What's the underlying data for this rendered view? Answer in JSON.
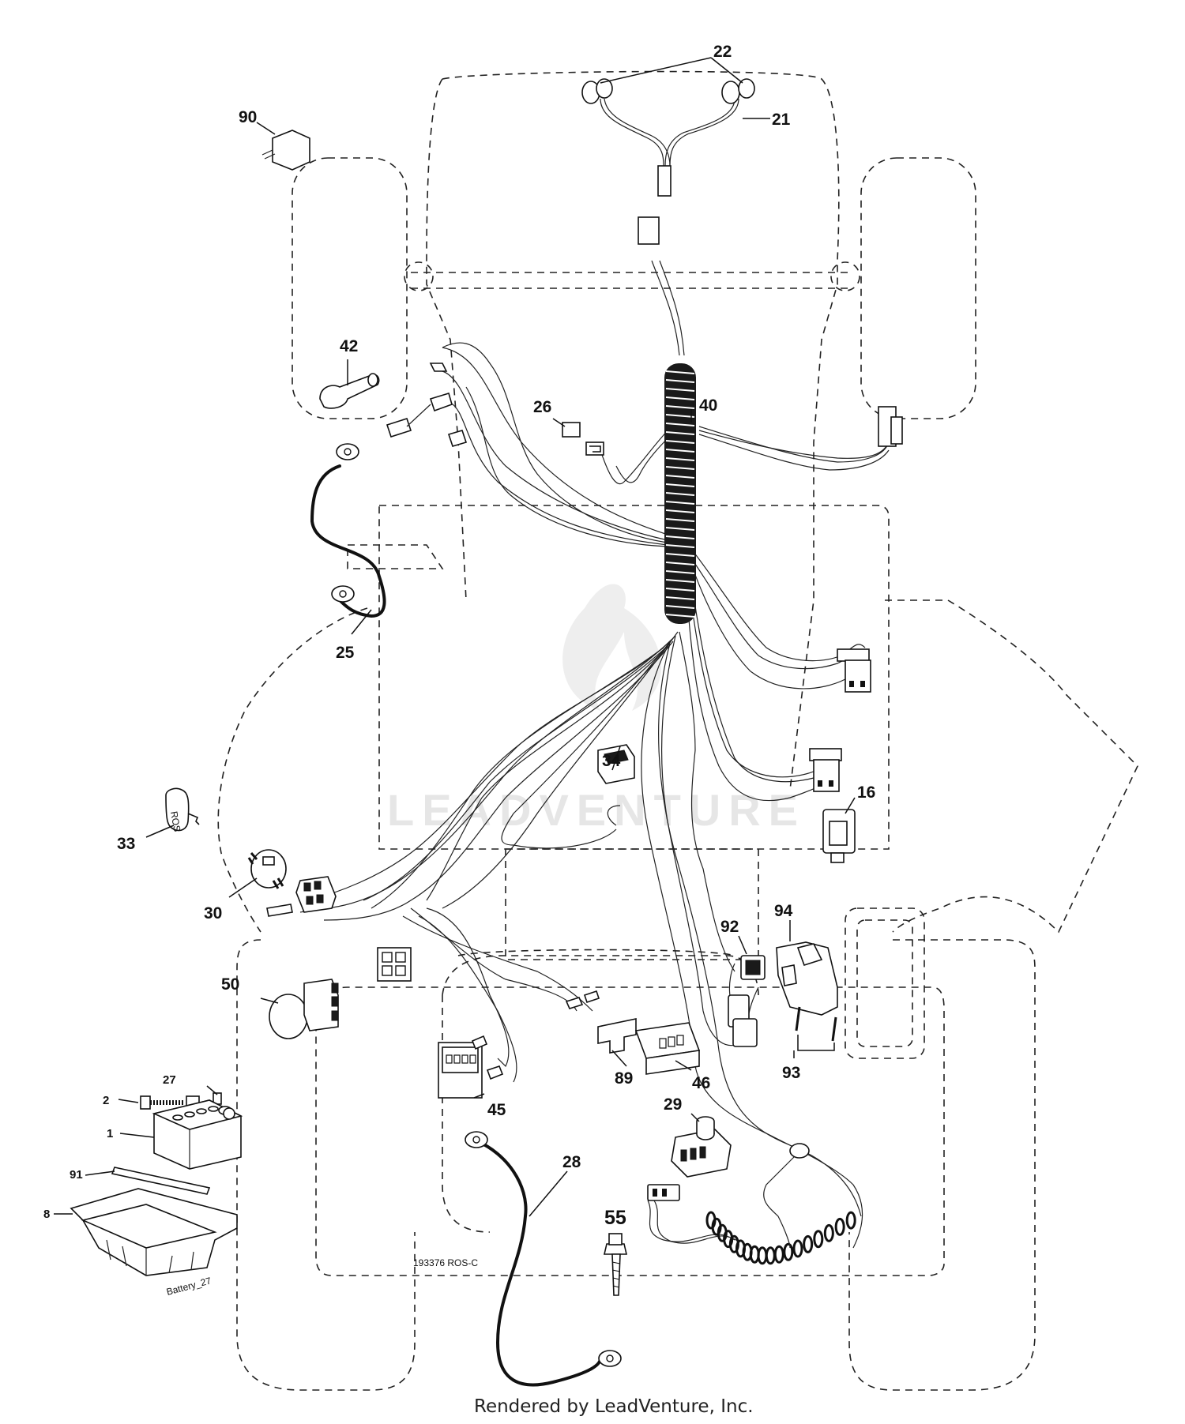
{
  "callouts": {
    "c1": "1",
    "c2": "2",
    "c8": "8",
    "c16": "16",
    "c21": "21",
    "c22": "22",
    "c25": "25",
    "c26": "26",
    "c27": "27",
    "c28": "28",
    "c29": "29",
    "c30": "30",
    "c33": "33",
    "c34": "34",
    "c40": "40",
    "c42": "42",
    "c45": "45",
    "c46": "46",
    "c50": "50",
    "c55": "55",
    "c89": "89",
    "c90": "90",
    "c91": "91",
    "c92": "92",
    "c93": "93",
    "c94": "94"
  },
  "drawing_number": "193376 ROS-C",
  "battery_text": "Battery_27",
  "key_text": "ROS",
  "watermark": "LEADVENTURE",
  "footer": "Rendered by LeadVenture, Inc."
}
